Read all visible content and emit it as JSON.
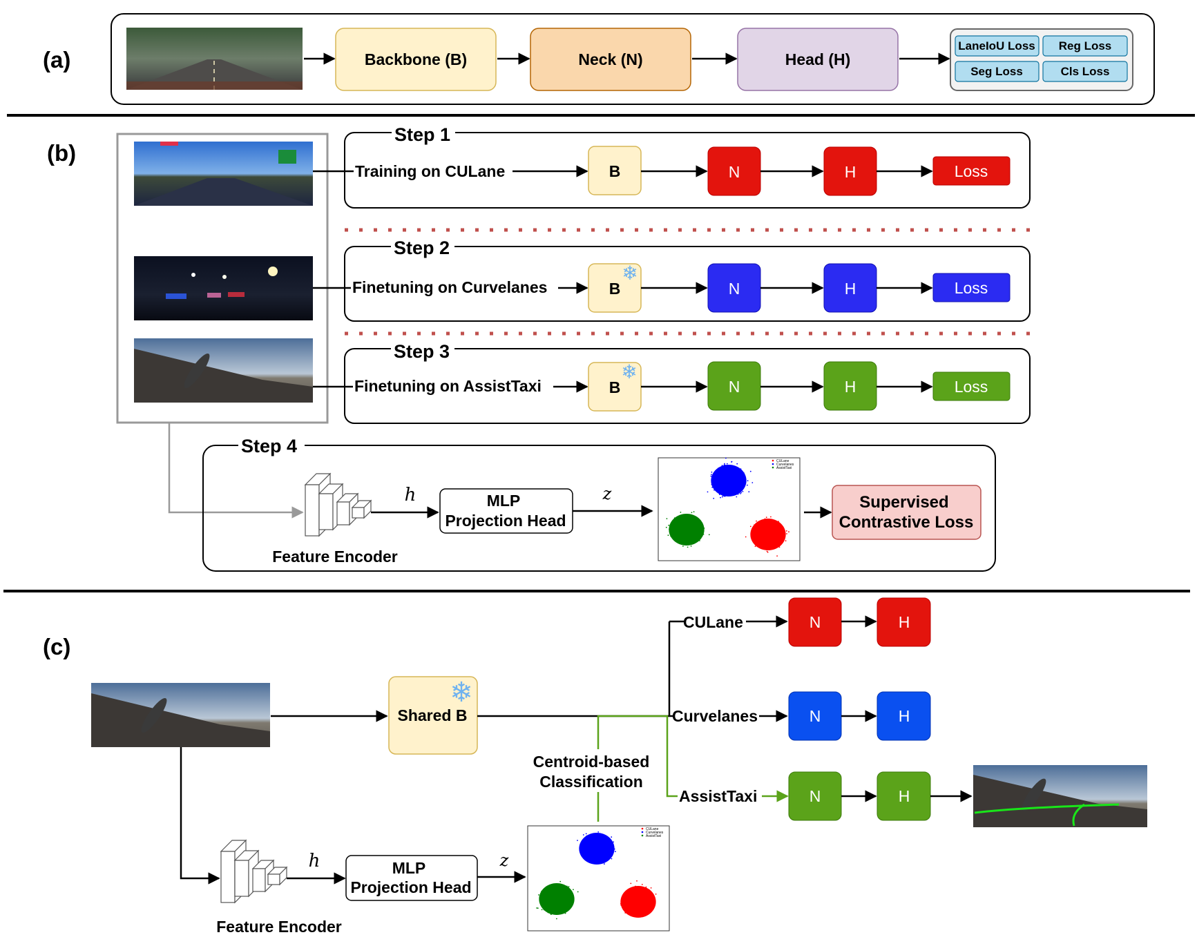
{
  "panel_a": {
    "label": "(a)",
    "backbone": "Backbone (B)",
    "neck": "Neck (N)",
    "head": "Head (H)",
    "losses": [
      "LaneIoU Loss",
      "Reg Loss",
      "Seg Loss",
      "Cls Loss"
    ]
  },
  "panel_b": {
    "label": "(b)",
    "steps": [
      {
        "title": "Step 1",
        "text": "Training on CULane",
        "b": "B",
        "n": "N",
        "h": "H",
        "loss": "Loss",
        "color": "#e3140d",
        "frozen": false
      },
      {
        "title": "Step 2",
        "text": "Finetuning on Curvelanes",
        "b": "B",
        "n": "N",
        "h": "H",
        "loss": "Loss",
        "color": "#2b2bf2",
        "frozen": true
      },
      {
        "title": "Step 3",
        "text": "Finetuning on AssistTaxi",
        "b": "B",
        "n": "N",
        "h": "H",
        "loss": "Loss",
        "color": "#5ba31a",
        "frozen": true
      }
    ],
    "step4": {
      "title": "Step 4",
      "h_symbol": "h",
      "z_symbol": "z",
      "mlp_line1": "MLP",
      "mlp_line2": "Projection Head",
      "encoder": "Feature Encoder",
      "loss_line1": "Supervised",
      "loss_line2": "Contrastive Loss",
      "legend": [
        "CULane",
        "Curvelanes",
        "AssistTaxi"
      ]
    }
  },
  "panel_c": {
    "label": "(c)",
    "shared_b": "Shared B",
    "classification_line1": "Centroid-based",
    "classification_line2": "Classification",
    "branches": [
      {
        "name": "CULane",
        "n": "N",
        "h": "H",
        "color": "#e3140d"
      },
      {
        "name": "Curvelanes",
        "n": "N",
        "h": "H",
        "color": "#0a50f0"
      },
      {
        "name": "AssistTaxi",
        "n": "N",
        "h": "H",
        "color": "#5ba31a"
      }
    ],
    "h_symbol": "h",
    "z_symbol": "z",
    "mlp_line1": "MLP",
    "mlp_line2": "Projection Head",
    "encoder": "Feature Encoder",
    "legend": [
      "CULane",
      "Curvelanes",
      "AssistTaxi"
    ]
  },
  "colors": {
    "backbone_fill": "#fff2cc",
    "backbone_stroke": "#d6b656",
    "neck_fill": "#fad7ac",
    "neck_stroke": "#b46504",
    "head_fill": "#e1d5e7",
    "head_stroke": "#9673a6",
    "loss_chip_fill": "#b1ddf0",
    "loss_chip_stroke": "#10739e",
    "contrastive_fill": "#f8cecc",
    "contrastive_stroke": "#b85450",
    "cluster_blue": "#0000ff",
    "cluster_green": "#008000",
    "cluster_red": "#ff0000",
    "assist_path": "#5ba31a",
    "dotted_divider": "#c0504d"
  }
}
